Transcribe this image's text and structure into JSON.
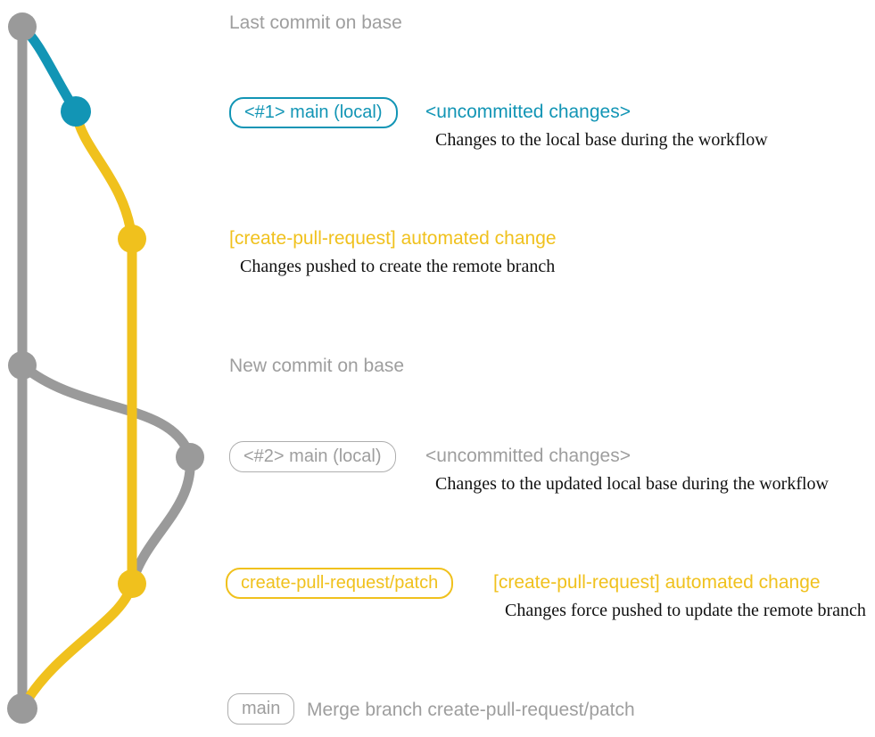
{
  "colors": {
    "teal": "#1295b5",
    "yellow": "#f0c11d",
    "gray": "#9a9a9a",
    "text_gray": "#9e9e9e",
    "border_gray": "#aeaeae",
    "ink": "#111111"
  },
  "labels": {
    "last_commit": "Last commit on base",
    "branch1_badge": "<#1> main (local)",
    "branch1_status": "<uncommitted changes>",
    "branch1_desc": "Changes to the local base during the workflow",
    "push1_title": "[create-pull-request] automated change",
    "push1_desc": "Changes pushed to create the remote branch",
    "new_commit": "New commit on base",
    "branch2_badge": "<#2> main (local)",
    "branch2_status": "<uncommitted changes>",
    "branch2_desc": "Changes to the updated local base during the workflow",
    "patch_badge": "create-pull-request/patch",
    "push2_title": "[create-pull-request] automated change",
    "push2_desc": "Changes force pushed to update the remote branch",
    "main_badge": "main",
    "merge_text": "Merge branch create-pull-request/patch"
  }
}
